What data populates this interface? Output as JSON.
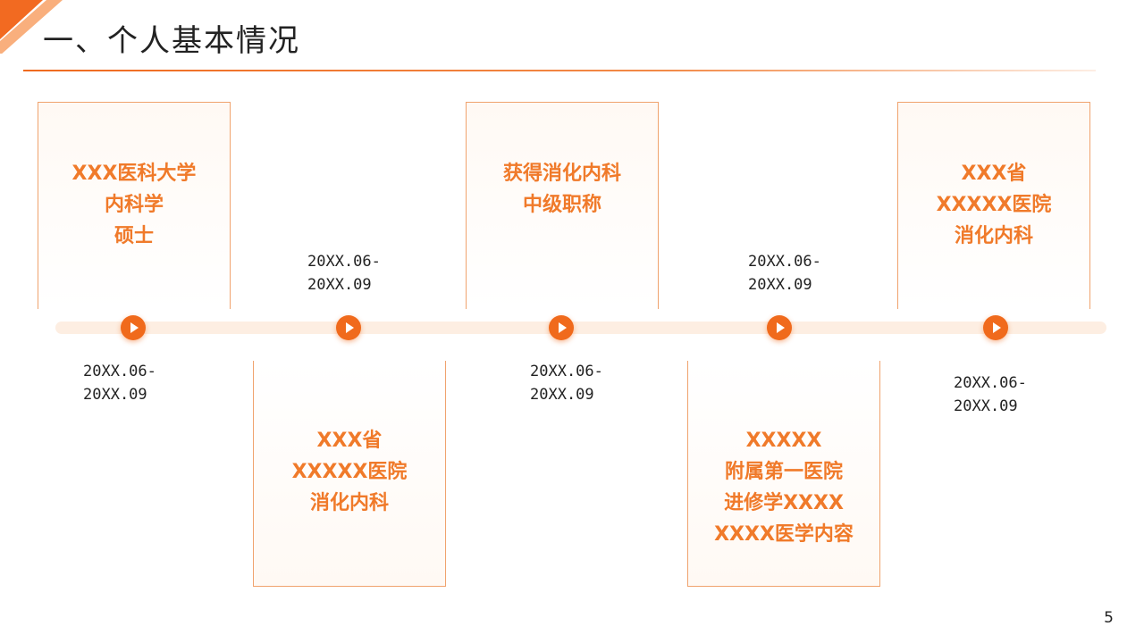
{
  "title": "一、个人基本情况",
  "accent_color": "#f06a1c",
  "page_number": "5",
  "timeline": {
    "cards": [
      {
        "lines": [
          "XXX医科大学",
          "内科学",
          "硕士"
        ]
      },
      {
        "lines": [
          "XXX省",
          "XXXXX医院",
          "消化内科"
        ]
      },
      {
        "lines": [
          "获得消化内科",
          "中级职称"
        ]
      },
      {
        "lines": [
          "XXXXX",
          "附属第一医院",
          "进修学XXXX",
          "XXXX医学内容"
        ]
      },
      {
        "lines": [
          "XXX省",
          "XXXXX医院",
          "消化内科"
        ]
      }
    ],
    "dates": [
      {
        "line1": "20XX.06-",
        "line2": "20XX.09"
      },
      {
        "line1": "20XX.06-",
        "line2": "20XX.09"
      },
      {
        "line1": "20XX.06-",
        "line2": "20XX.09"
      },
      {
        "line1": "20XX.06-",
        "line2": "20XX.09"
      },
      {
        "line1": "20XX.06-",
        "line2": "20XX.09"
      }
    ],
    "node_icon": "play-circle-icon"
  }
}
